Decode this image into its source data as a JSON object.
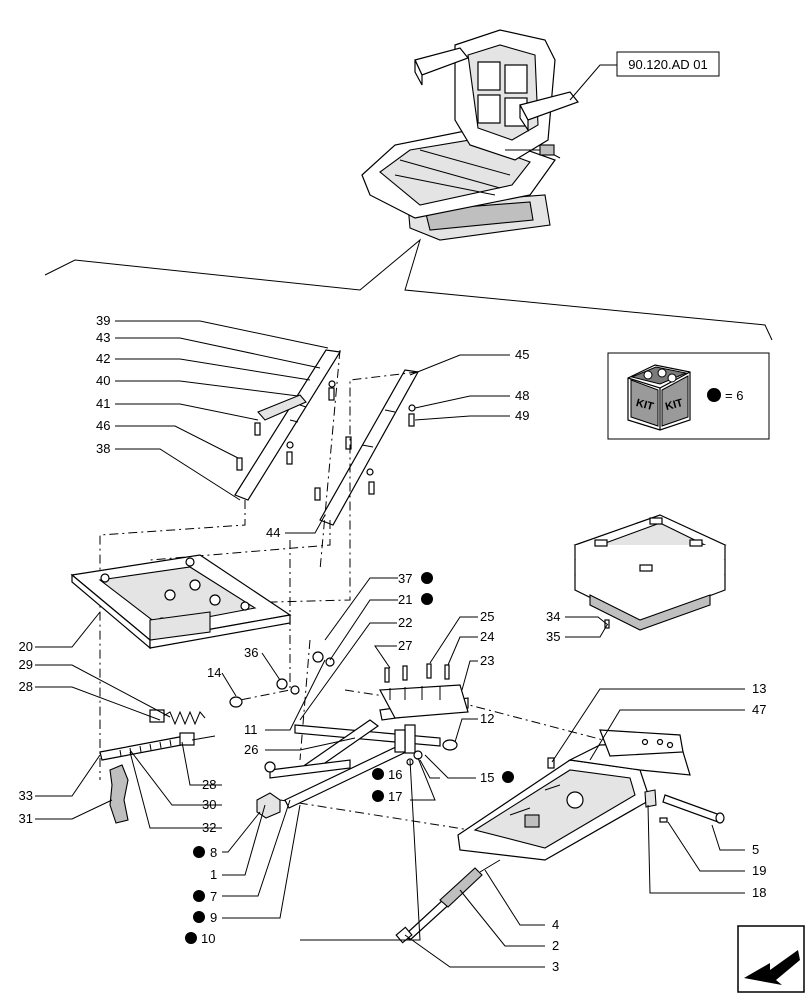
{
  "reference_code": "90.120.AD 01",
  "kit": {
    "badge_left": "KIT",
    "badge_right": "KIT",
    "equation": "= 6"
  },
  "callouts": {
    "c1": "1",
    "c2": "2",
    "c3": "3",
    "c4": "4",
    "c5": "5",
    "c7": "7",
    "c8": "8",
    "c9": "9",
    "c10": "10",
    "c11": "11",
    "c12": "12",
    "c13": "13",
    "c14": "14",
    "c15": "15",
    "c16": "16",
    "c17": "17",
    "c18": "18",
    "c19": "19",
    "c20": "20",
    "c21": "21",
    "c22": "22",
    "c23": "23",
    "c24": "24",
    "c25": "25",
    "c26": "26",
    "c27": "27",
    "c28a": "28",
    "c28b": "28",
    "c29": "29",
    "c30": "30",
    "c31": "31",
    "c32": "32",
    "c33": "33",
    "c34": "34",
    "c35": "35",
    "c36": "36",
    "c37": "37",
    "c38": "38",
    "c39": "39",
    "c40": "40",
    "c41": "41",
    "c42": "42",
    "c43": "43",
    "c44": "44",
    "c45": "45",
    "c46": "46",
    "c47": "47",
    "c48": "48",
    "c49": "49"
  },
  "icons": {
    "kit_box": "kit-box-icon",
    "kit_dot": "kit-bullet-icon",
    "nav": "next-page-arrow-icon"
  }
}
